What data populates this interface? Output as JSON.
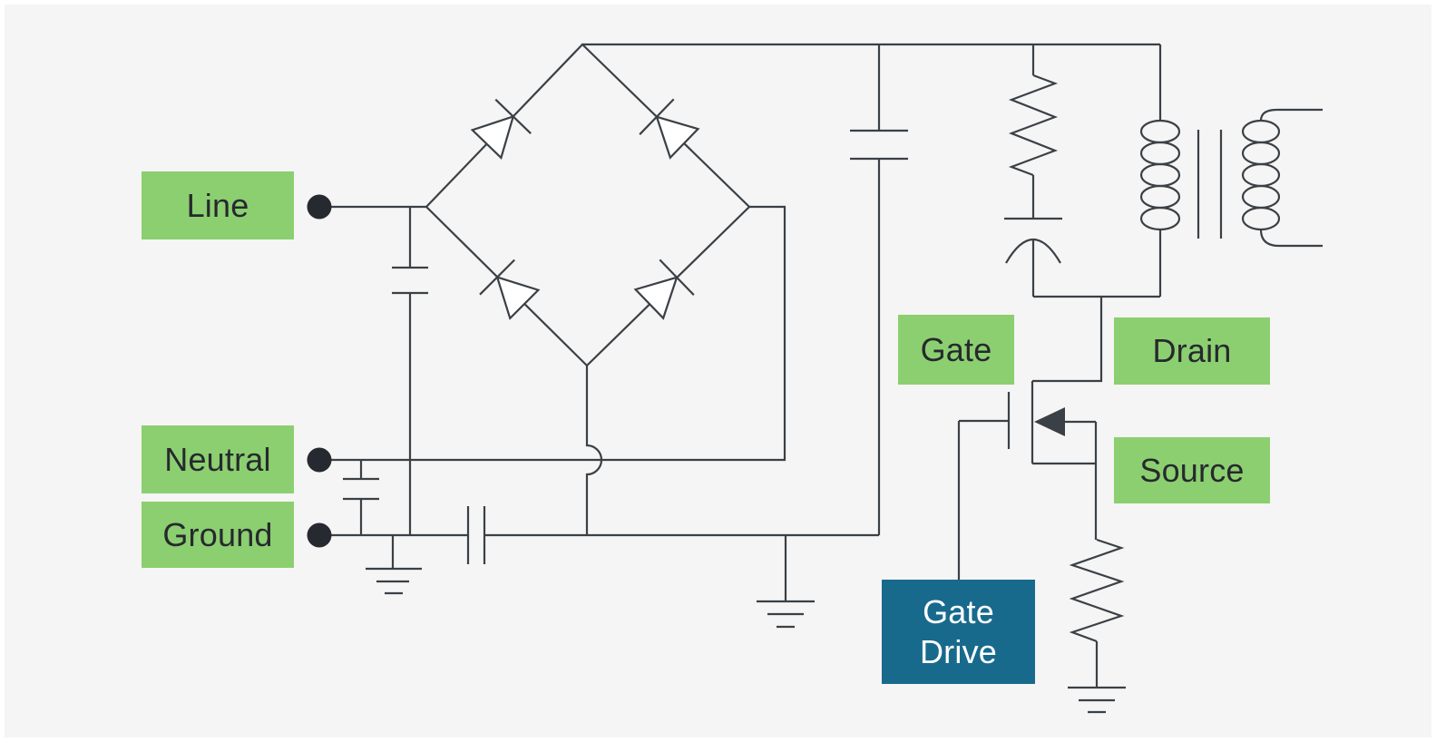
{
  "diagram": {
    "type": "circuit-schematic",
    "description": "AC input stage with Line, Neutral and Ground terminals, filter capacitors, a four-diode bridge rectifier, bulk capacitor, series RC snubber, transformer (primary winding, core, secondary winding), and a power MOSFET labeled Gate, Drain and Source, driven by a Gate Drive block with a source resistor to earth ground."
  },
  "labels": {
    "line": "Line",
    "neutral": "Neutral",
    "ground": "Ground",
    "gate": "Gate",
    "drain": "Drain",
    "source": "Source",
    "gate_drive_line1": "Gate",
    "gate_drive_line2": "Drive"
  },
  "colors": {
    "frame": "#ffffff",
    "background": "#f4f5f4",
    "wire": "#3b4046",
    "terminal-dot": "#26292f",
    "label-bg": "#8ccf70",
    "label-text": "#26292e",
    "gate-drive-bg": "#186a8d",
    "gate-drive-text": "#ffffff",
    "diode-fill": "#ffffff"
  },
  "symbols": [
    "terminal-dot",
    "capacitor",
    "polarized-capacitor",
    "film-capacitor",
    "diode",
    "bridge-rectifier",
    "resistor",
    "inductor-winding",
    "transformer-core",
    "mosfet",
    "earth-ground",
    "wire-jump"
  ]
}
